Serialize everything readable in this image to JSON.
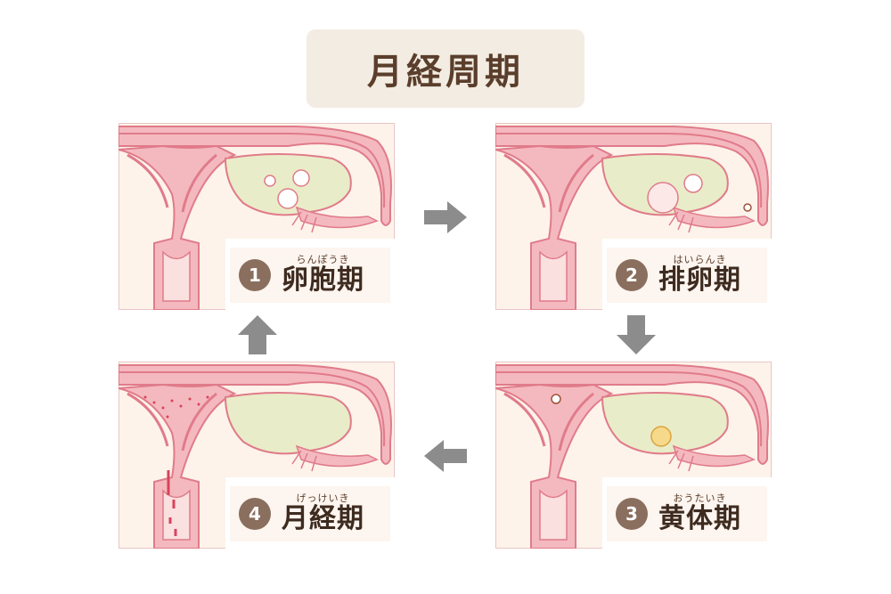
{
  "title": "月経周期",
  "phases": [
    {
      "number": "1",
      "ruby": "らんぽうき",
      "name": "卵胞期"
    },
    {
      "number": "2",
      "ruby": "はいらんき",
      "name": "排卵期"
    },
    {
      "number": "3",
      "ruby": "おうたいき",
      "name": "黄体期"
    },
    {
      "number": "4",
      "ruby": "げっけいき",
      "name": "月経期"
    }
  ],
  "colors": {
    "panel_bg": "#fdf3ea",
    "tissue_pink": "#f4b9bf",
    "tissue_dark": "#e07b8a",
    "ovary": "#e9ecc8",
    "arrow": "#8c8c8c",
    "badge": "#8a6e5e"
  }
}
